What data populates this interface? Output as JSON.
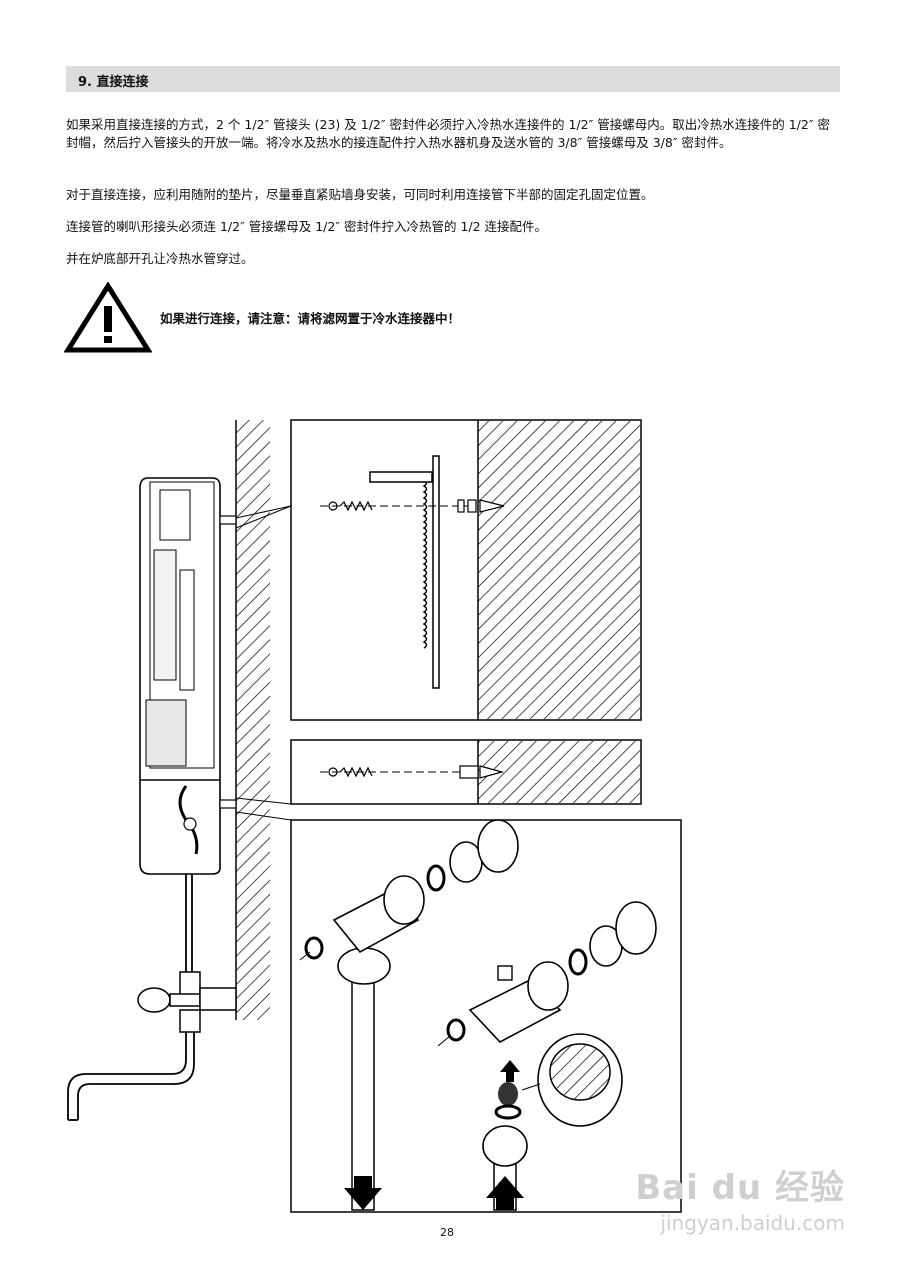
{
  "section": {
    "title": "9. 直接连接"
  },
  "paragraphs": [
    "如果采用直接连接的方式，2 个 1/2″ 管接头 (23) 及 1/2″ 密封件必须拧入冷热水连接件的 1/2″ 管接螺母内。取出冷热水连接件的 1/2″ 密封帽，然后拧入管接头的开放一端。将冷水及热水的接连配件拧入热水器机身及送水管的 3/8″ 管接螺母及 3/8″ 密封件。",
    "对于直接连接，应利用随附的垫片，尽量垂直紧贴墙身安装，可同时利用连接管下半部的固定孔固定位置。",
    "连接管的喇叭形接头必须连 1/2″ 管接螺母及 1/2″ 密封件拧入冷热管的 1/2 连接配件。",
    "并在炉底部开孔让冷热水管穿过。"
  ],
  "warning": {
    "icon": "warning-triangle-icon",
    "text": "如果进行连接，请注意：请将滤网置于冷水连接器中！"
  },
  "page_number": "28",
  "watermark": {
    "main": "Bai du 经验",
    "sub": "jingyan.baidu.com"
  }
}
